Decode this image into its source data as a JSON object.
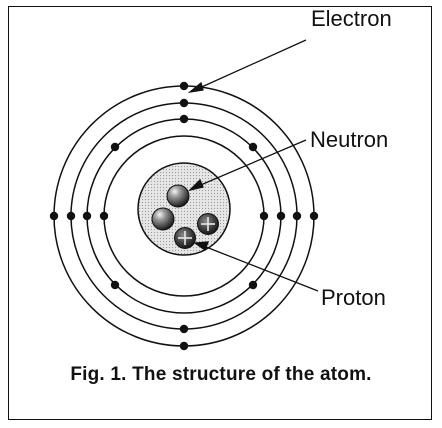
{
  "labels": {
    "electron": "Electron",
    "neutron": "Neutron",
    "proton": "Proton"
  },
  "caption": "Fig. 1. The structure of the atom.",
  "colors": {
    "line": "#111111",
    "nucleus_fill": "#dcdcdc",
    "particle_dark": "#2a2a2a"
  }
}
